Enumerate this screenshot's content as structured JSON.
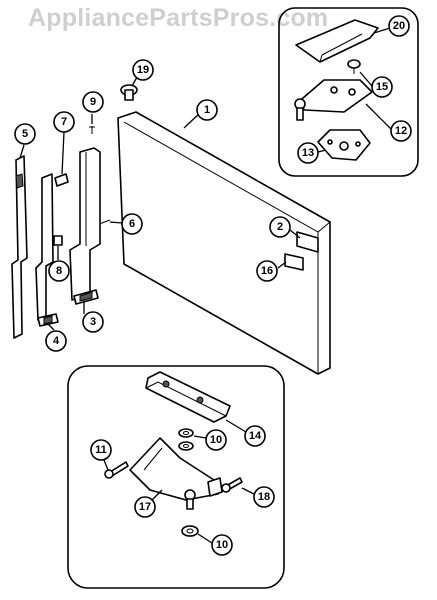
{
  "watermark": "AppliancePartsPros.com",
  "callouts": {
    "c1": "1",
    "c2": "2",
    "c3": "3",
    "c4": "4",
    "c5": "5",
    "c6": "6",
    "c7": "7",
    "c8": "8",
    "c9": "9",
    "c10a": "10",
    "c10b": "10",
    "c11": "11",
    "c12": "12",
    "c13": "13",
    "c14": "14",
    "c15": "15",
    "c16": "16",
    "c17": "17",
    "c18": "18",
    "c19": "19",
    "c20": "20"
  }
}
